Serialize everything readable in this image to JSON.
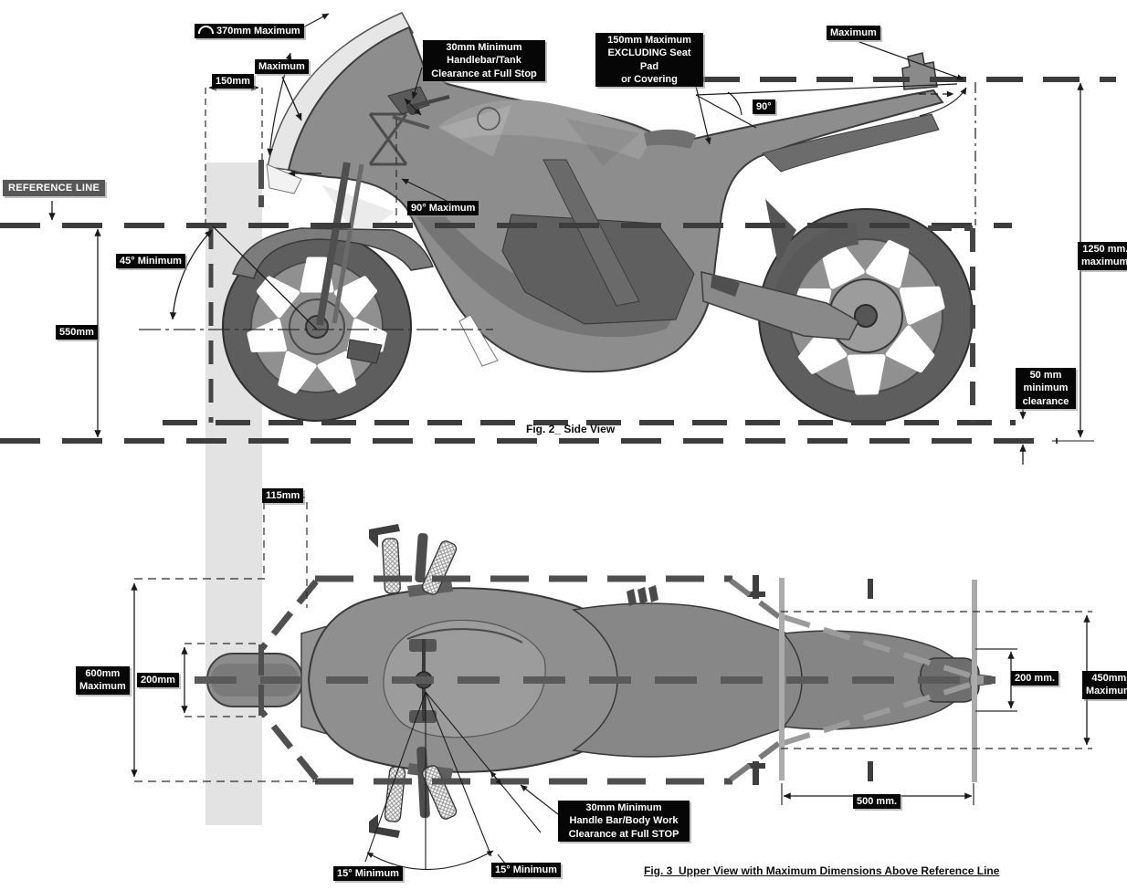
{
  "colors": {
    "label_bg": "#060606",
    "label_fg": "#ffffff",
    "reference_label_bg": "#575757",
    "dash_dark": "#3d3d3d",
    "outline_dash": "#4f4f4f",
    "light_bar": "#ababab",
    "shaded_band": "#e3e3e3",
    "bike_body": "#8f8f8f",
    "bike_dark": "#5f5f5f",
    "windscreen": "#e6e6e6"
  },
  "figure2": {
    "caption": "Fig. 2_ Side View",
    "labels": {
      "screen_arc": "370mm Maximum",
      "screen_height": "Maximum",
      "front_overhang": "150mm",
      "handlebar_tank": "30mm Minimum\nHandlebar/Tank\nClearance at Full Stop",
      "seat_height": "150mm Maximum\nEXCLUDING Seat Pad\nor Covering",
      "tail_height": "Maximum",
      "seat_angle": "90°",
      "reference_line": "REFERENCE LINE",
      "fairing_angle": "90° Maximum",
      "front_angle": "45° Minimum",
      "front_height": "550mm",
      "overall_height": "1250 mm.\nmaximum",
      "ground_clearance": "50 mm\nminimum\nclearance"
    }
  },
  "figure3": {
    "caption": "Fig. 3_Upper View with Maximum Dimensions Above Reference Line",
    "labels": {
      "nose_offset": "115mm",
      "overall_width": "600mm\nMaximum",
      "front_width": "200mm",
      "rear_width": "200 mm.",
      "rear_max_width": "450mm\nMaximum",
      "rear_length": "500 mm.",
      "handlebar_body": "30mm Minimum\nHandle Bar/Body Work\nClearance at Full STOP",
      "steer_left": "15° Minimum",
      "steer_right": "15° Minimum"
    }
  }
}
